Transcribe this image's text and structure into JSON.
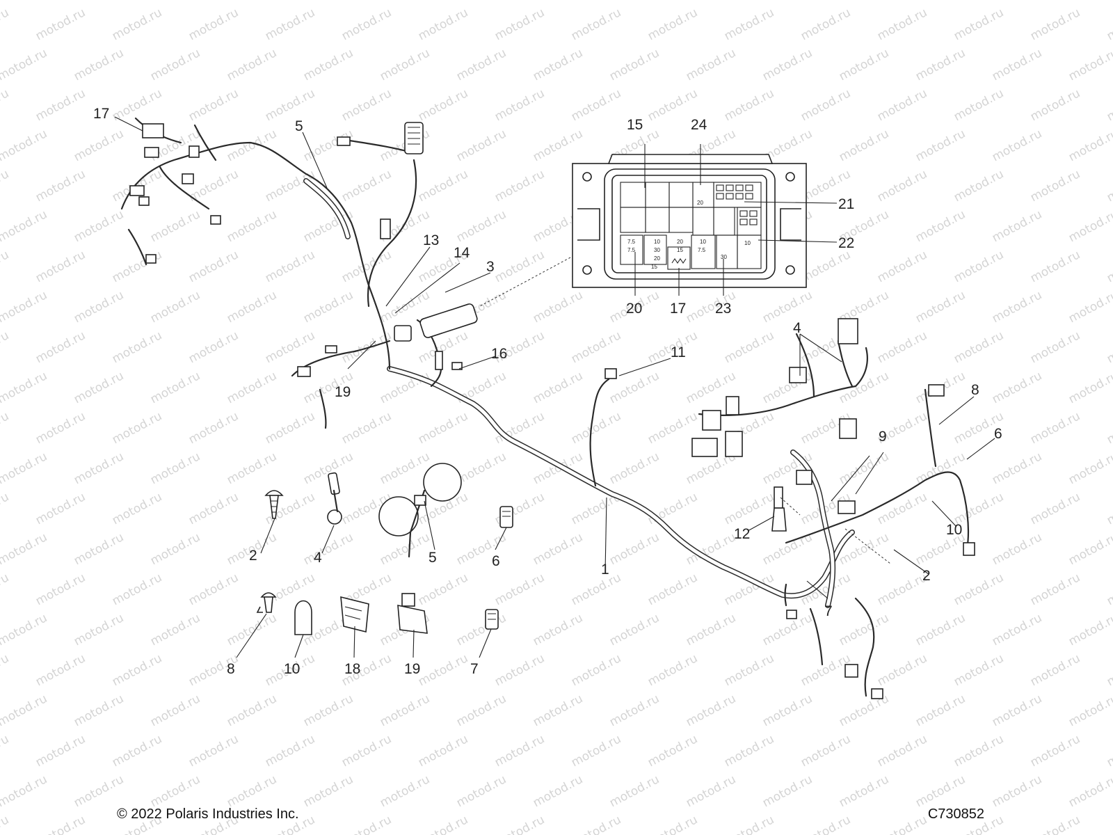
{
  "footer": {
    "copyright": "© 2022 Polaris Industries Inc.",
    "drawing_id": "C730852"
  },
  "watermark": "motod.ru",
  "callouts": {
    "c17_top": "17",
    "c5_top": "5",
    "c13": "13",
    "c14": "14",
    "c3": "3",
    "c16": "16",
    "c19_mid": "19",
    "c11": "11",
    "c4_right": "4",
    "c8_right": "8",
    "c6_right": "6",
    "c9": "9",
    "c12": "12",
    "c10_right": "10",
    "c2_right": "2",
    "c7_right": "7",
    "c1": "1",
    "c2_parts": "2",
    "c4_parts": "4",
    "c5_parts": "5",
    "c6_parts": "6",
    "c8_parts": "8",
    "c10_parts": "10",
    "c18": "18",
    "c19_parts": "19",
    "c7_parts": "7",
    "c15": "15",
    "c24": "24",
    "c21": "21",
    "c22": "22",
    "c20": "20",
    "c17_box": "17",
    "c23": "23"
  },
  "fuse_labels": {
    "f20_top": "20",
    "f7_5_a": "7.5",
    "f10_a": "10",
    "f20_b": "20",
    "f10_b": "10",
    "f7_5_b": "7.5",
    "f30_a": "30",
    "f15_a": "15",
    "f7_5_c": "7.5",
    "f10_c": "10",
    "f20_c": "20",
    "f30_b": "30",
    "f15_b": "15"
  }
}
